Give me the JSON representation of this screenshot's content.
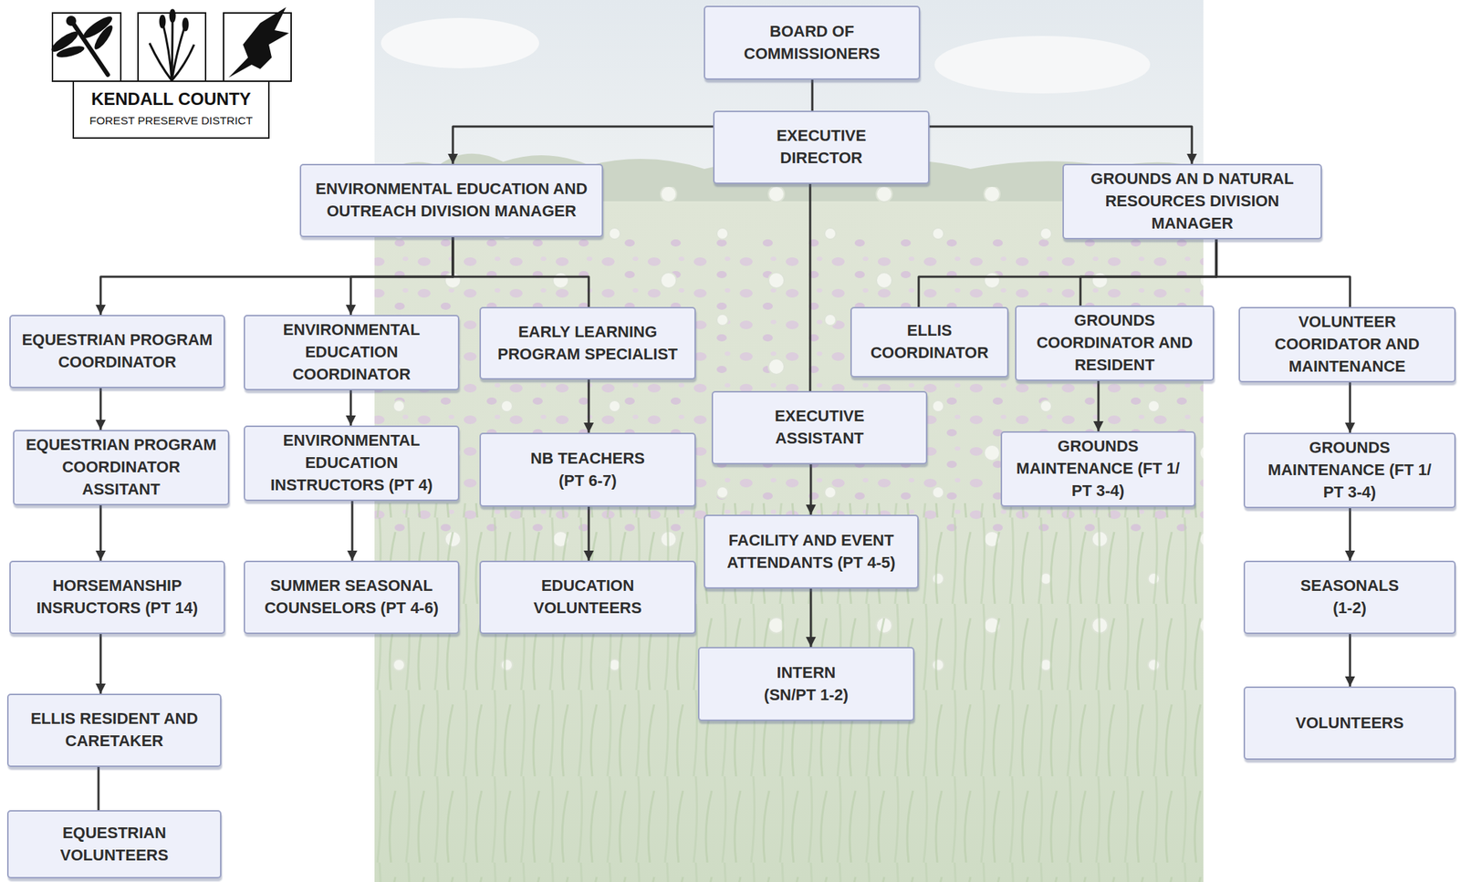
{
  "diagram": {
    "nodes": [
      {
        "text": [
          "BOARD OF COMMISSIONERS"
        ]
      },
      {
        "text": [
          "EXECUTIVE DIRECTOR"
        ]
      },
      {
        "text": [
          "ENVIRONMENTAL EDUCATION AND OUTREACH DIVISION MANAGER"
        ]
      },
      {
        "text": [
          "GROUNDS AN D NATURAL RESOURCES DIVISION MANAGER"
        ]
      },
      {
        "text": [
          "EQUESTRIAN PROGRAM COORDINATOR"
        ]
      },
      {
        "text": [
          "ENVIRONMENTAL EDUCATION COORDINATOR"
        ]
      },
      {
        "text": [
          "EARLY LEARNING PROGRAM SPECIALIST"
        ]
      },
      {
        "text": [
          "ELLIS COORDINATOR"
        ]
      },
      {
        "text": [
          "GROUNDS COORDINATOR AND RESIDENT"
        ]
      },
      {
        "text": [
          "VOLUNTEER COORIDATOR AND MAINTENANCE"
        ]
      },
      {
        "text": [
          "EXECUTIVE ASSISTANT"
        ]
      },
      {
        "text": [
          "EQUESTRIAN PROGRAM COORDINATOR ASSITANT"
        ]
      },
      {
        "text": [
          "ENVIRONMENTAL EDUCATION INSTRUCTORS (PT 4)"
        ]
      },
      {
        "text": [
          "NB TEACHERS (PT 6-7)"
        ]
      },
      {
        "text": [
          "GROUNDS MAINTENANCE (FT 1/ PT 3-4)"
        ]
      },
      {
        "text": [
          "GROUNDS MAINTENANCE (FT 1/ PT 3-4)"
        ]
      },
      {
        "text": [
          "HORSEMANSHIP INSRUCTORS (PT 14)"
        ]
      },
      {
        "text": [
          "SUMMER SEASONAL COUNSELORS (PT 4-6)"
        ]
      },
      {
        "text": [
          "EDUCATION VOLUNTEERS"
        ]
      },
      {
        "text": [
          "FACILITY AND EVENT ATTENDANTS (PT 4-5)"
        ]
      },
      {
        "text": [
          "SEASONALS (1-2)"
        ]
      },
      {
        "text": [
          "ELLIS RESIDENT AND CARETAKER"
        ]
      },
      {
        "text": [
          "INTERN (SN/PT 1-2)"
        ]
      },
      {
        "text": [
          "VOLUNTEERS"
        ]
      },
      {
        "text": [
          "EQUESTRIAN VOLUNTEERS"
        ]
      }
    ],
    "edges": [
      {
        "from": 0,
        "to": 1,
        "arrow": "none"
      },
      {
        "from": 1,
        "to": 2,
        "arrow": "to"
      },
      {
        "from": 1,
        "to": 3,
        "arrow": "to"
      },
      {
        "from": 1,
        "to": 10,
        "arrow": "none"
      },
      {
        "from": 2,
        "to": 4,
        "arrow": "to"
      },
      {
        "from": 2,
        "to": 5,
        "arrow": "to"
      },
      {
        "from": 2,
        "to": 6,
        "arrow": "none"
      },
      {
        "from": 3,
        "to": 7,
        "arrow": "none"
      },
      {
        "from": 3,
        "to": 8,
        "arrow": "none"
      },
      {
        "from": 3,
        "to": 9,
        "arrow": "none"
      },
      {
        "from": 4,
        "to": 11,
        "arrow": "to"
      },
      {
        "from": 11,
        "to": 16,
        "arrow": "to"
      },
      {
        "from": 16,
        "to": 21,
        "arrow": "to"
      },
      {
        "from": 21,
        "to": 24,
        "arrow": "none"
      },
      {
        "from": 5,
        "to": 12,
        "arrow": "to"
      },
      {
        "from": 12,
        "to": 17,
        "arrow": "to"
      },
      {
        "from": 6,
        "to": 13,
        "arrow": "to"
      },
      {
        "from": 13,
        "to": 18,
        "arrow": "to"
      },
      {
        "from": 10,
        "to": 19,
        "arrow": "to"
      },
      {
        "from": 19,
        "to": 22,
        "arrow": "to"
      },
      {
        "from": 8,
        "to": 14,
        "arrow": "to"
      },
      {
        "from": 9,
        "to": 15,
        "arrow": "to"
      },
      {
        "from": 15,
        "to": 20,
        "arrow": "to"
      },
      {
        "from": 20,
        "to": 23,
        "arrow": "to"
      }
    ],
    "labels": [
      "KENDALL COUNTY",
      "FOREST PRESERVE DISTRICT"
    ]
  }
}
